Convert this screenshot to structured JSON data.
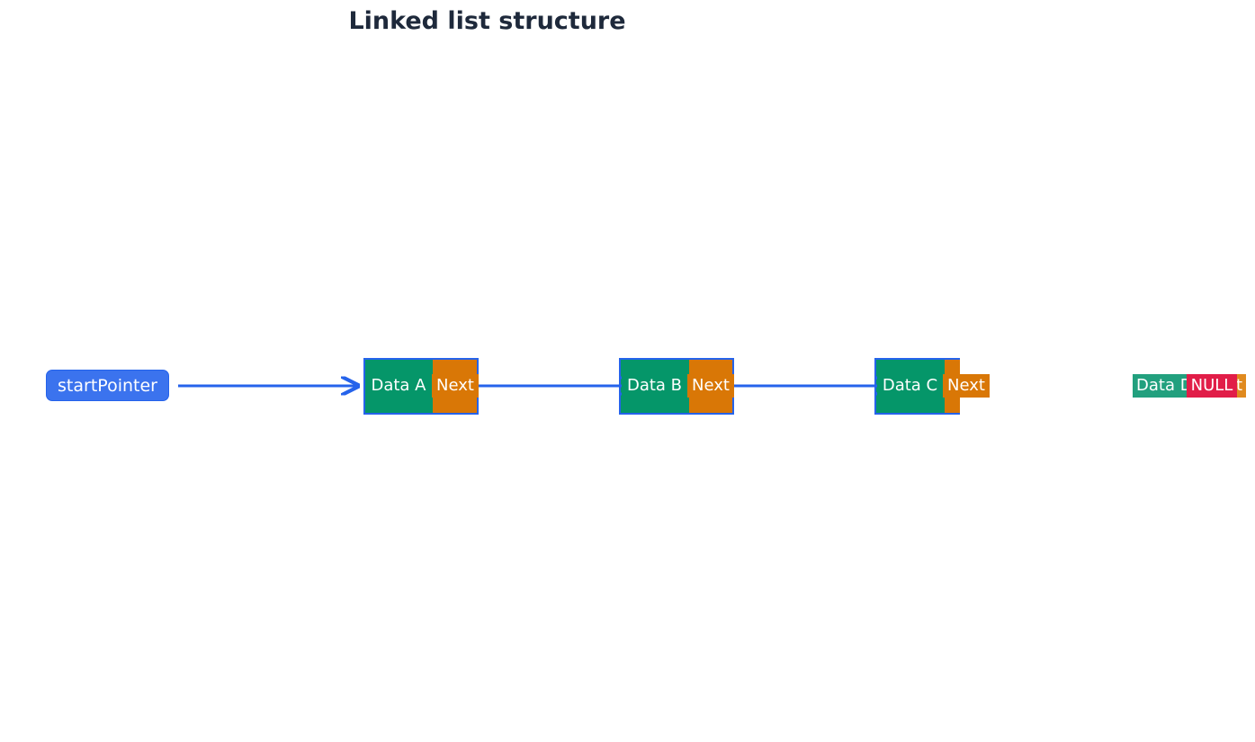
{
  "title": "Linked list structure",
  "start_pointer": {
    "label": "startPointer"
  },
  "nodes": [
    {
      "data_label": "Data A",
      "next_label": "Next"
    },
    {
      "data_label": "Data B",
      "next_label": "Next"
    },
    {
      "data_label": "Data C",
      "next_label": "Next"
    },
    {
      "data_label": "Data D",
      "next_label": "Next",
      "null_label": "NULL"
    }
  ],
  "colors": {
    "pointer": "#2563eb",
    "data": "#059669",
    "next": "#d97706",
    "null": "#e11d48",
    "title": "#1e293b"
  }
}
